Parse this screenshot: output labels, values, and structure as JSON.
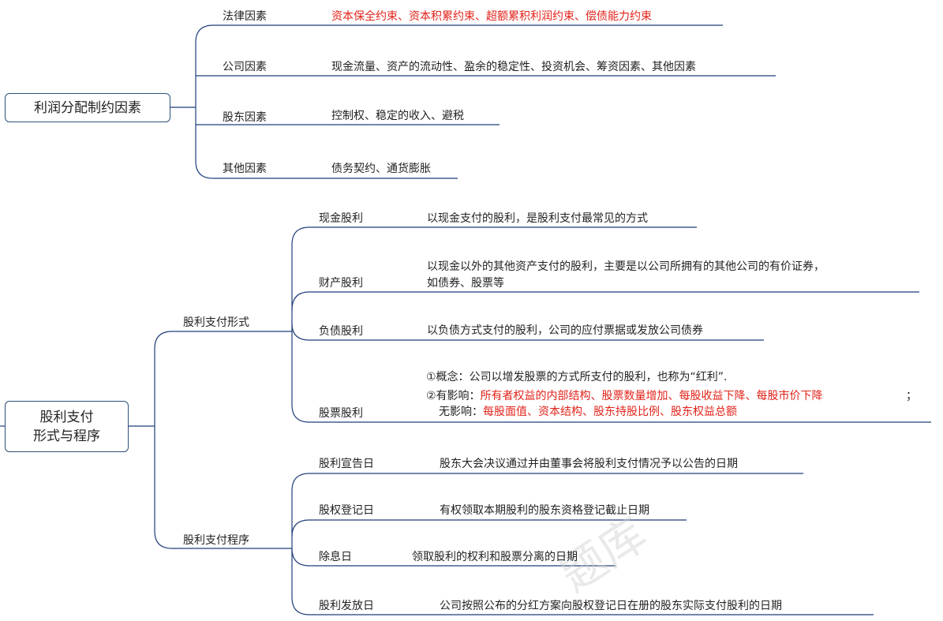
{
  "colors": {
    "line": "#1f3f7a",
    "highlight": "#e2231a",
    "root_border": "#2f4f7a"
  },
  "map1": {
    "root": "利润分配制约因素",
    "branches": [
      {
        "label": "法律因素",
        "detail": "资本保全约束、资本积累约束、超额累积利润约束、偿债能力约束",
        "highlight": true
      },
      {
        "label": "公司因素",
        "detail": "现金流量、资产的流动性、盈余的稳定性、投资机会、筹资因素、其他因素"
      },
      {
        "label": "股东因素",
        "detail": "控制权、稳定的收入、避税"
      },
      {
        "label": "其他因素",
        "detail": "债务契约、通货膨胀"
      }
    ]
  },
  "map2": {
    "root_line1": "股利支付",
    "root_line2": "形式与程序",
    "forms": {
      "label": "股利支付形式",
      "items": [
        {
          "label": "现金股利",
          "detail": "以现金支付的股利，是股利支付最常见的方式"
        },
        {
          "label": "财产股利",
          "detail_line1": "以现金以外的其他资产支付的股利，主要是以公司所拥有的其他公司的有价证券，",
          "detail_line2": "如债券、股票等"
        },
        {
          "label": "负债股利",
          "detail": "以负债方式支付的股利，公司的应付票据或发放公司债券"
        },
        {
          "label": "股票股利",
          "line1": "①概念：公司以增发股票的方式所支付的股利，也称为“红利”.",
          "line2_prefix": "②有影响：",
          "line2_red": "所有者权益的内部结构、股票数量增加、每股收益下降、每股市价下降",
          "line2_suffix": "；",
          "line3_prefix": "无影响：",
          "line3_red": "每股面值、资本结构、股东持股比例、股东权益总额"
        }
      ]
    },
    "procedure": {
      "label": "股利支付程序",
      "items": [
        {
          "label": "股利宣告日",
          "detail": "股东大会决议通过并由董事会将股利支付情况予以公告的日期"
        },
        {
          "label": "股权登记日",
          "detail": "有权领取本期股利的股东资格登记截止日期"
        },
        {
          "label": "除息日",
          "detail": "领取股利的权利和股票分离的日期"
        },
        {
          "label": "股利发放日",
          "detail": "公司按照公布的分红方案向股权登记日在册的股东实际支付股利的日期"
        }
      ]
    }
  },
  "watermark": "题库"
}
